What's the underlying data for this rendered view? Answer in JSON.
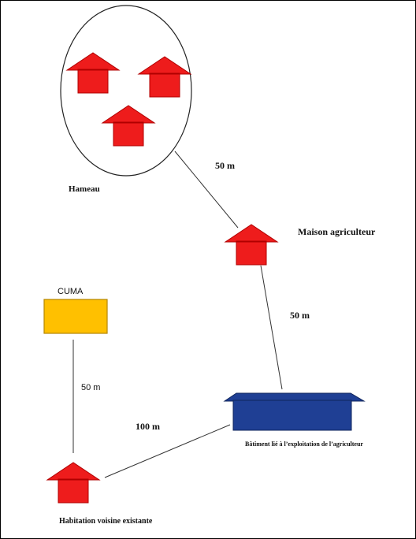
{
  "labels": {
    "hamlet": "Hameau",
    "farmer_house": "Maison agriculteur",
    "cuma": "CUMA",
    "farm_building": "Bâtiment lié à l’exploitation de l’agriculteur",
    "neighbor_house": "Habitation voisine existante"
  },
  "distances": {
    "hamlet_to_farmer_house": "50 m",
    "farmer_house_to_building": "50 m",
    "cuma_to_neighbor": "50 m",
    "building_to_neighbor": "100 m"
  },
  "colors": {
    "house": "#ee1c1c",
    "cuma": "#ffc000",
    "building": "#1f3f94",
    "line": "#333333"
  }
}
